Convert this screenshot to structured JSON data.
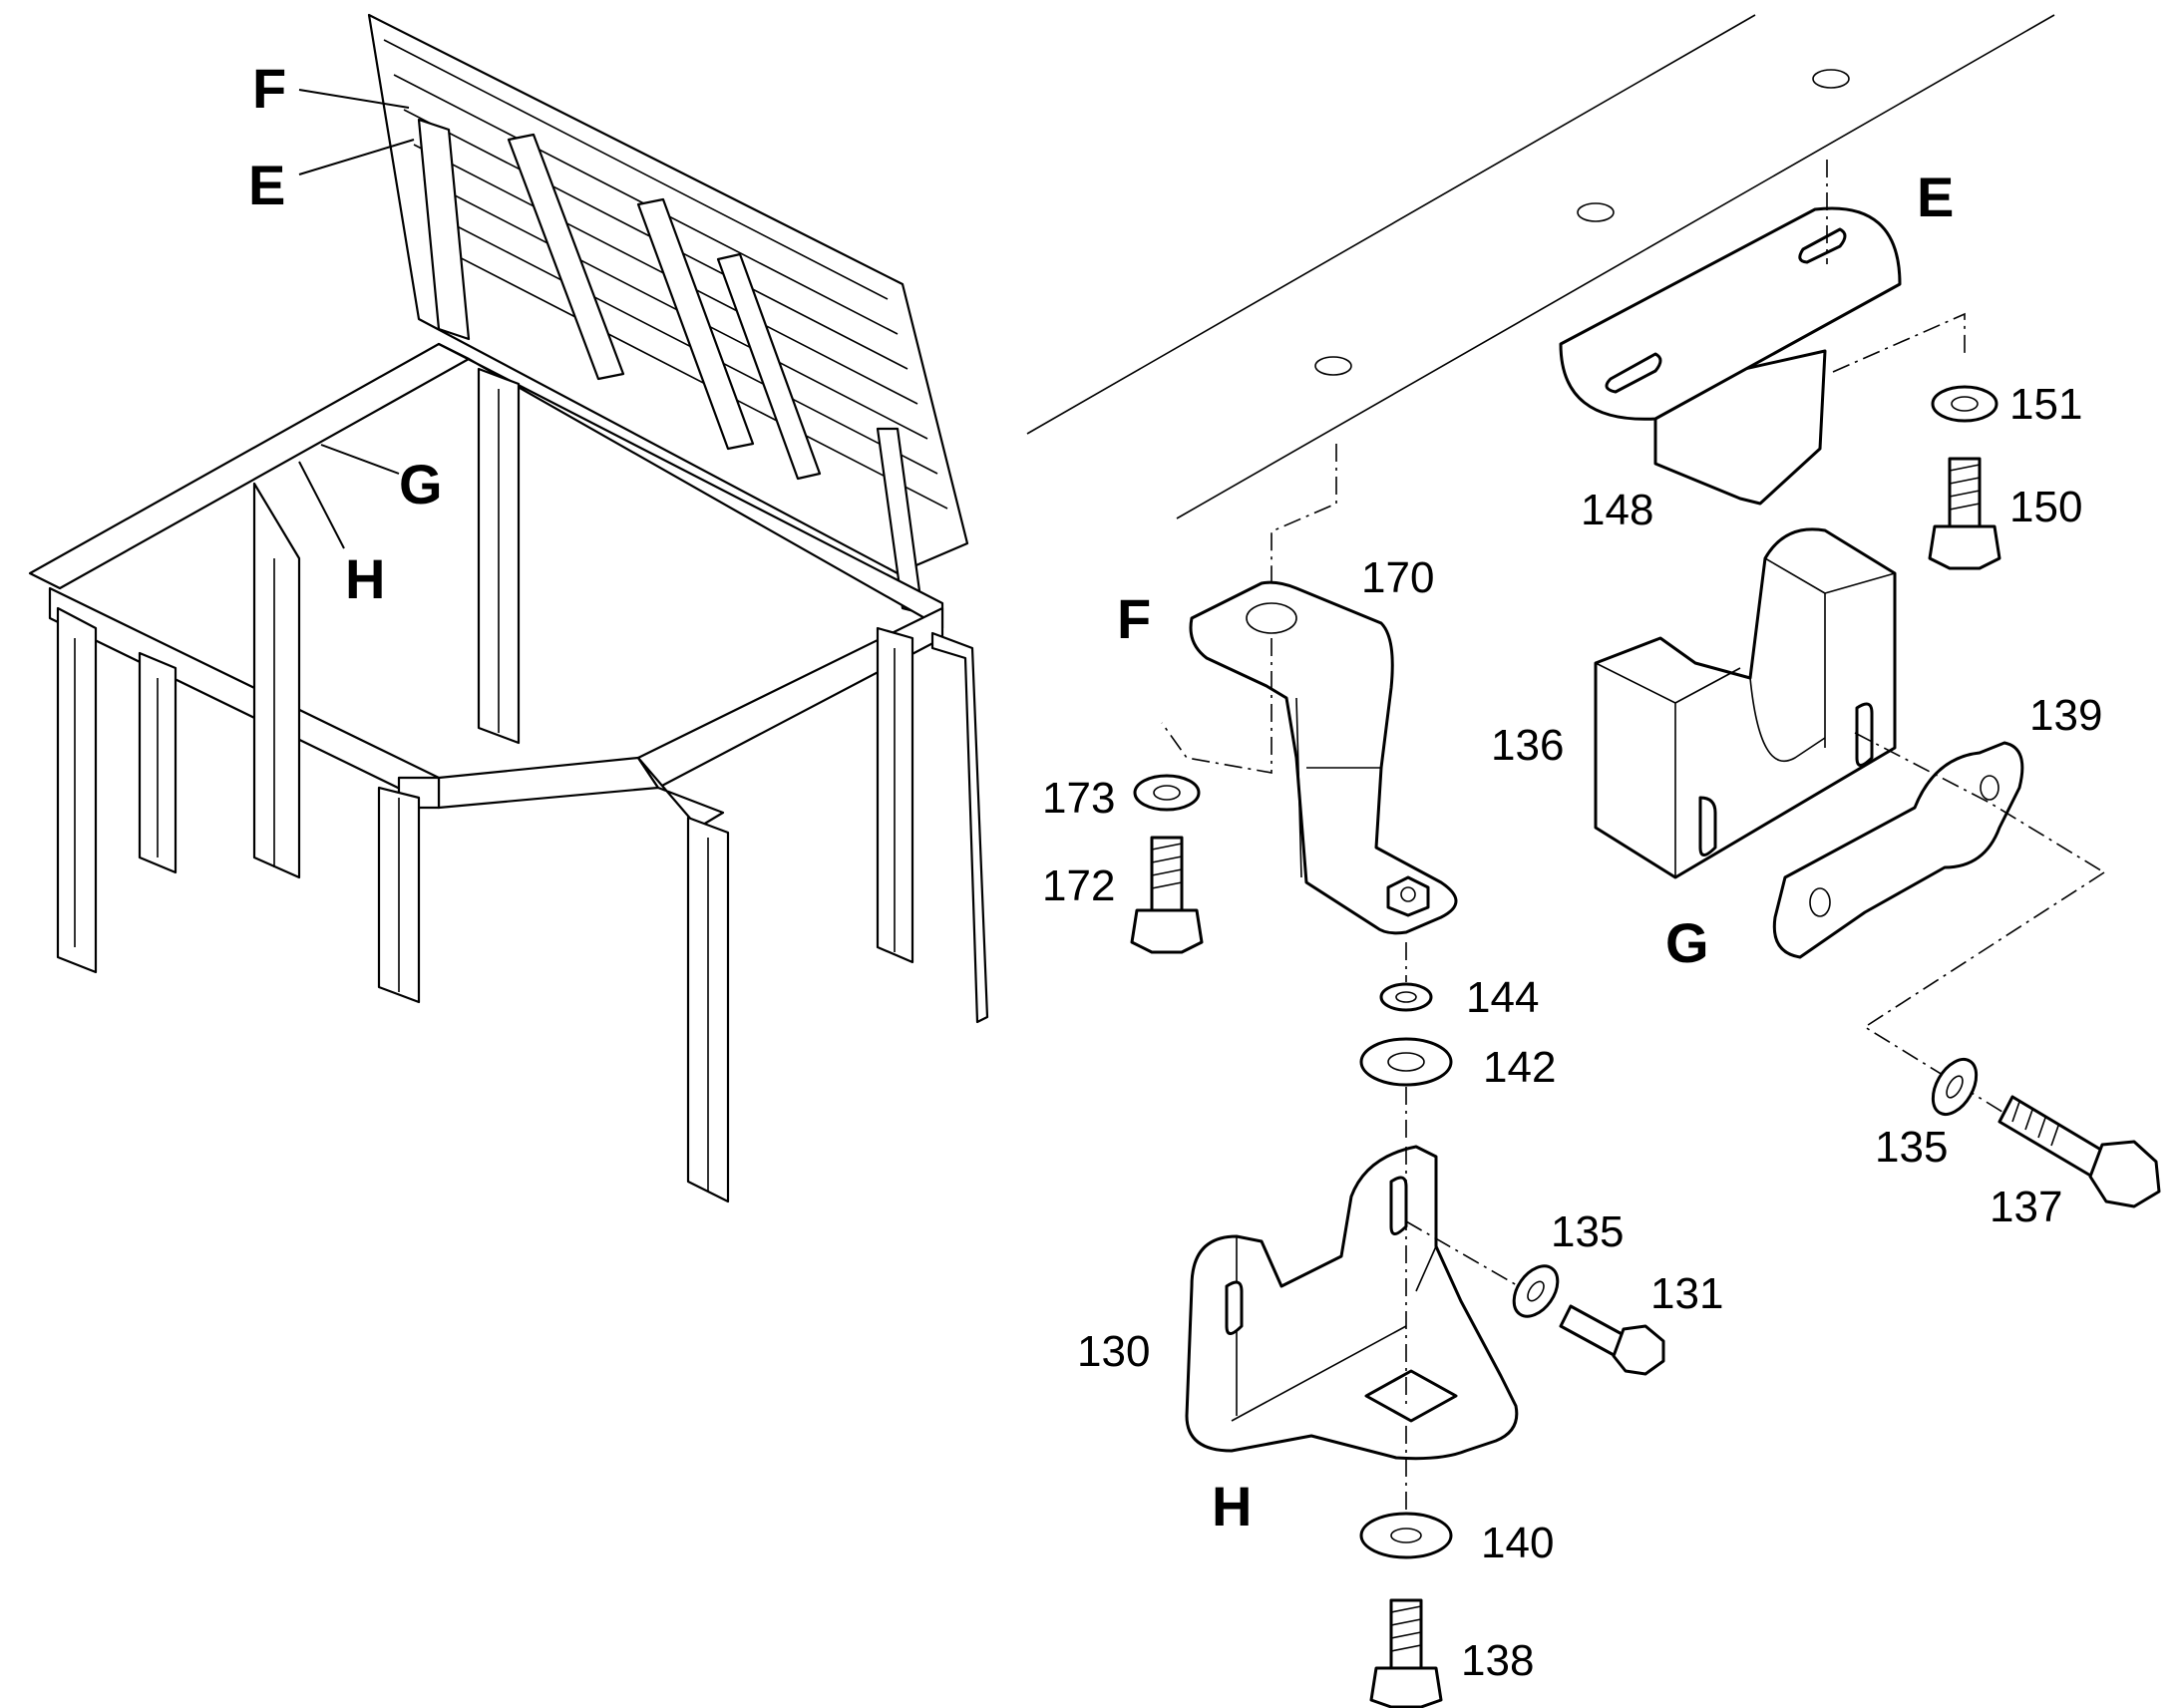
{
  "overview_callouts": [
    "F",
    "E",
    "G",
    "H"
  ],
  "detail_groups": [
    "E",
    "F",
    "G",
    "H"
  ],
  "part_numbers": {
    "p148": "148",
    "p150": "150",
    "p151": "151",
    "p170": "170",
    "p172": "172",
    "p173": "173",
    "p136": "136",
    "p139": "139",
    "p135a": "135",
    "p137": "137",
    "p144": "144",
    "p142": "142",
    "p130": "130",
    "p135b": "135",
    "p131": "131",
    "p140": "140",
    "p138": "138"
  }
}
